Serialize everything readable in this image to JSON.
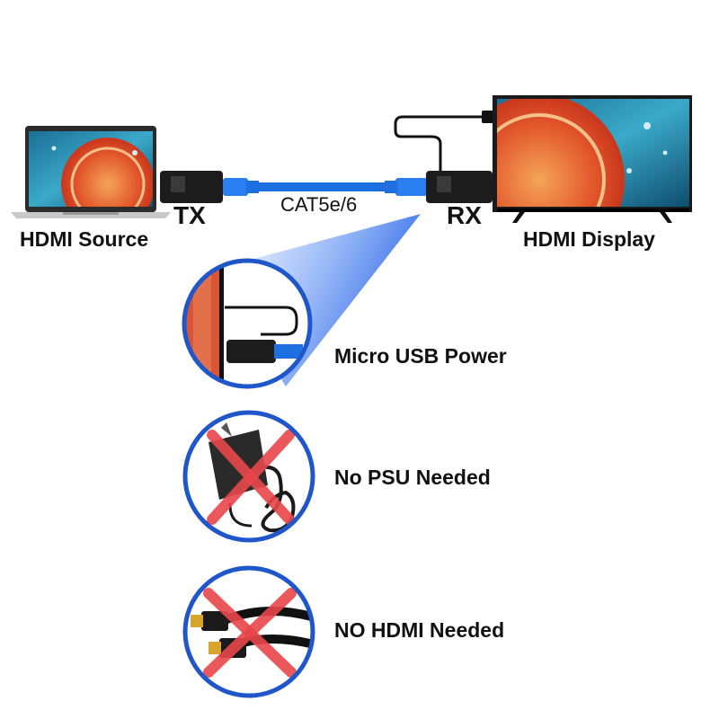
{
  "labels": {
    "tx": "TX",
    "rx": "RX",
    "cable": "CAT5e/6",
    "source": "HDMI Source",
    "display": "HDMI Display"
  },
  "features": [
    {
      "text": "Micro USB Power",
      "icon": "micro-usb-closeup-icon"
    },
    {
      "text": "No PSU Needed",
      "icon": "power-adapter-crossed-icon"
    },
    {
      "text": "NO HDMI Needed",
      "icon": "hdmi-cable-crossed-icon"
    }
  ],
  "colors": {
    "cable_blue": "#1e6fe0",
    "circle_border": "#1f56c9",
    "cross_red": "#e8474a",
    "extender_body": "#1c1c1c",
    "screen_orange": "#e2562a",
    "screen_water": "#35a3c4"
  }
}
